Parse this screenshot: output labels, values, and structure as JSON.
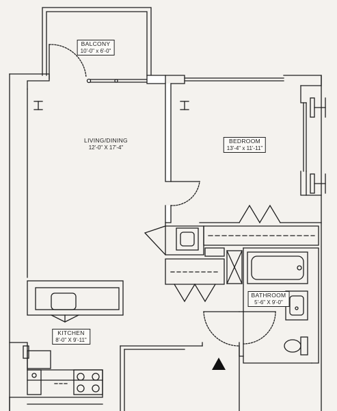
{
  "rooms": {
    "balcony": {
      "name": "BALCONY",
      "dimensions": "10'-0\" x 6'-0\""
    },
    "living": {
      "name": "LIVING/DINING",
      "dimensions": "12'-0\" X 17'-4\""
    },
    "bedroom": {
      "name": "BEDROOM",
      "dimensions": "13'-4\" x 11'-11\""
    },
    "bathroom": {
      "name": "BATHROOM",
      "dimensions": "5'-6\" X 9'-0\""
    },
    "kitchen": {
      "name": "KITCHEN",
      "dimensions": "8'-0\" X 9'-11\""
    }
  },
  "colors": {
    "wall": "#1e1e1e",
    "wall_fill": "#ffffff",
    "paper": "#f4f2ee"
  }
}
